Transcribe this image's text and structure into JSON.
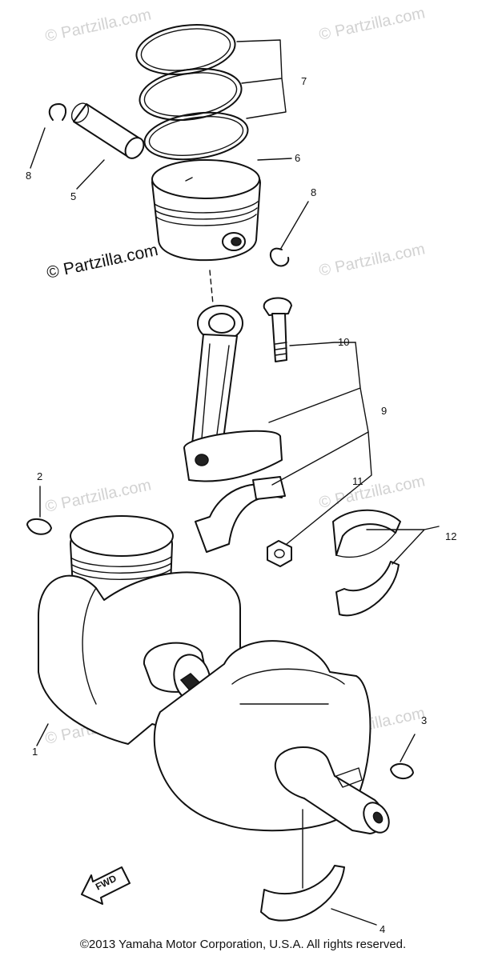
{
  "watermark": "© Partzilla.com",
  "watermark_featured": "© Partzilla.com",
  "callouts": {
    "c1": "1",
    "c2": "2",
    "c3": "3",
    "c4": "4",
    "c5": "5",
    "c6": "6",
    "c7": "7",
    "c8a": "8",
    "c8b": "8",
    "c9": "9",
    "c10": "10",
    "c11": "11",
    "c12": "12"
  },
  "fwd_label": "FWD",
  "copyright": "©2013 Yamaha Motor Corporation, U.S.A. All rights reserved."
}
